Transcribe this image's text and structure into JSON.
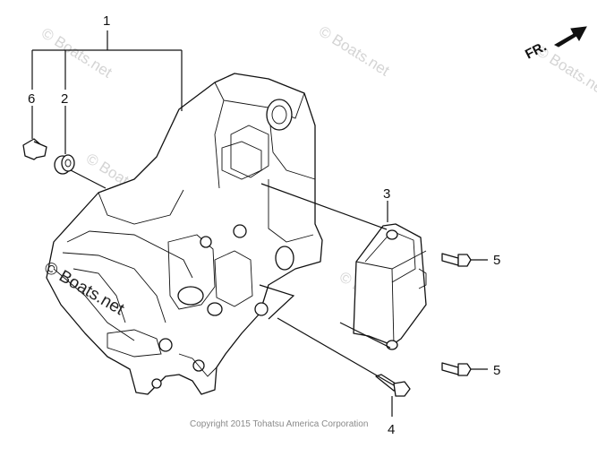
{
  "callouts": {
    "c1": "1",
    "c2": "2",
    "c3": "3",
    "c4": "4",
    "c5a": "5",
    "c5b": "5",
    "c6": "6"
  },
  "direction": {
    "label": "FR."
  },
  "watermarks": {
    "w1": "© Boats.net",
    "w2": "© Boats.net",
    "w3": "© Boats.net",
    "w4": "© Boats.net",
    "w5": "© Boats.net",
    "w_main": "© Boats.net"
  },
  "copyright": "Copyright 2015 Tohatsu America Corporation",
  "colors": {
    "line": "#111111",
    "watermark": "#d4d4d4",
    "background": "#ffffff"
  }
}
